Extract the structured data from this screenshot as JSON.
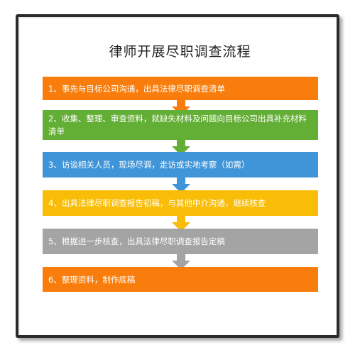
{
  "title": "律师开展尽职调查流程",
  "steps": [
    {
      "label": "1、事先与目标公司沟通，出具法律尽职调查清单",
      "color": "#f97d0c"
    },
    {
      "label": "2、收集、整理、审查资料，就缺失材料及问题向目标公司出具补充材料清单",
      "color": "#63ae35"
    },
    {
      "label": "3、访谈相关人员，现场尽调，走访或实地考察（如需）",
      "color": "#3f95d8"
    },
    {
      "label": "4、出具法律尽职调查报告初稿，与其他中介沟通，继续核查",
      "color": "#f9bd07"
    },
    {
      "label": "5、根据进一步核查，出具法律尽职调查报告定稿",
      "color": "#a4a4a4"
    },
    {
      "label": "6、整理资料，制作底稿",
      "color": "#f97d0c"
    }
  ]
}
